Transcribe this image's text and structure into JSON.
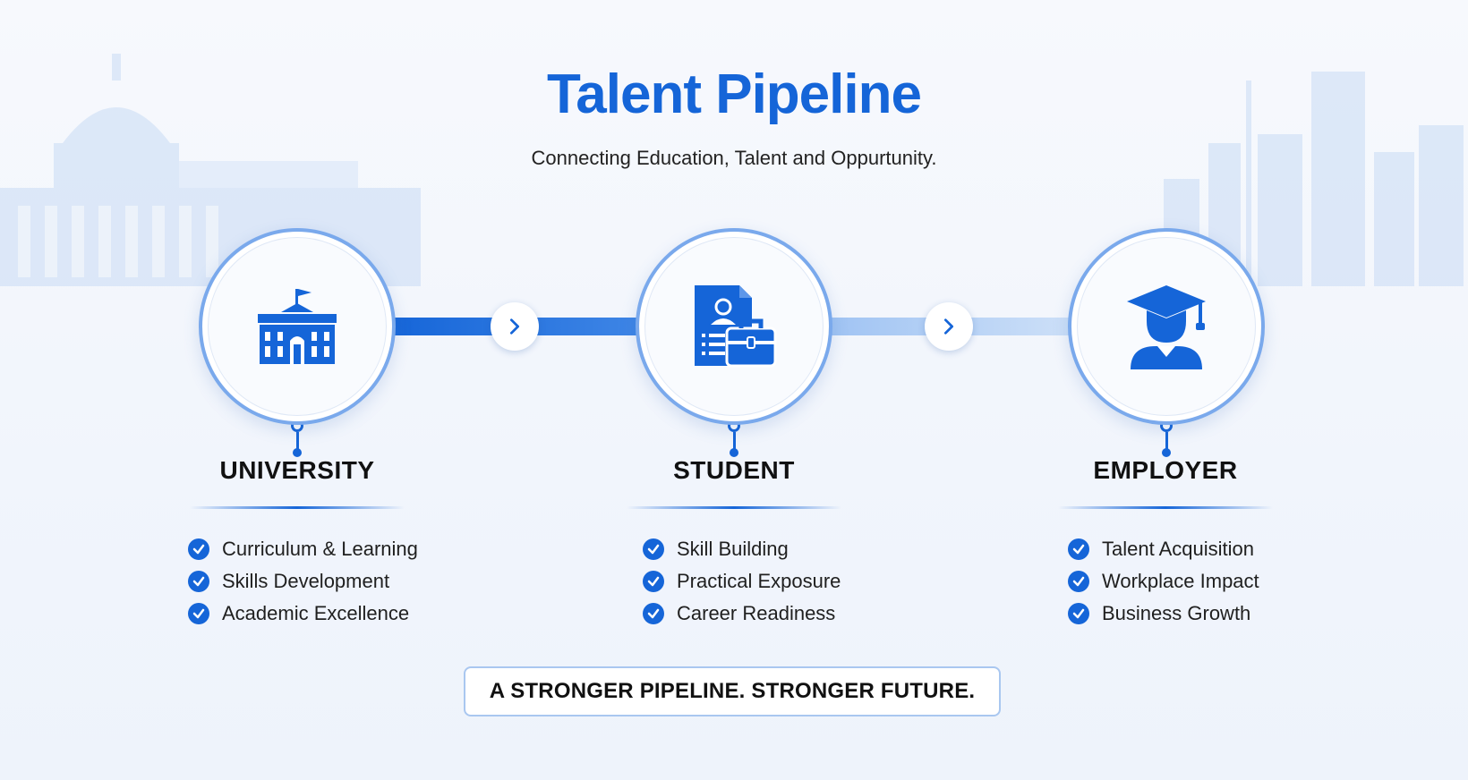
{
  "header": {
    "title": "Talent Pipeline",
    "subtitle": "Connecting Education, Talent and Oppurtunity."
  },
  "stages": [
    {
      "label": "UNIVERSITY",
      "icon": "university-building-icon",
      "items": [
        "Curriculum & Learning",
        "Skills Development",
        "Academic Excellence"
      ]
    },
    {
      "label": "STUDENT",
      "icon": "resume-briefcase-icon",
      "items": [
        "Skill Building",
        "Practical Exposure",
        "Career Readiness"
      ]
    },
    {
      "label": "EMPLOYER",
      "icon": "graduate-person-icon",
      "items": [
        "Talent Acquisition",
        "Workplace Impact",
        "Business Growth"
      ]
    }
  ],
  "footer": {
    "tagline": "A STRONGER PIPELINE. STRONGER FUTURE."
  },
  "colors": {
    "accent": "#1565d8",
    "ring": "#7aa9ec",
    "text": "#111111"
  }
}
